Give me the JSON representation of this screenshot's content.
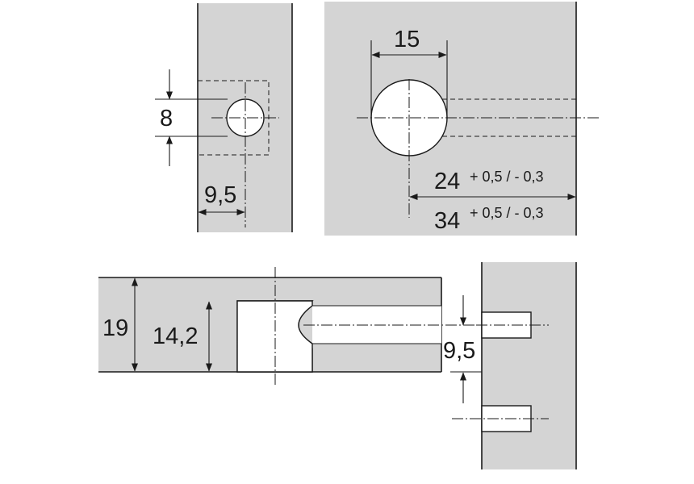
{
  "colors": {
    "panel": "#d4d4d4",
    "line": "#1a1a1a",
    "background": "#ffffff"
  },
  "dimensions": {
    "hole_spacing_height": "8",
    "edge_distance_top": "9,5",
    "hole_diameter": "15",
    "length_short": "24",
    "length_long": "34",
    "tolerance_short": "+ 0,5 / - 0,3",
    "tolerance_long": "+ 0,5 / - 0,3",
    "panel_thickness": "19",
    "bore_depth": "14,2",
    "edge_distance_side": "9,5"
  }
}
